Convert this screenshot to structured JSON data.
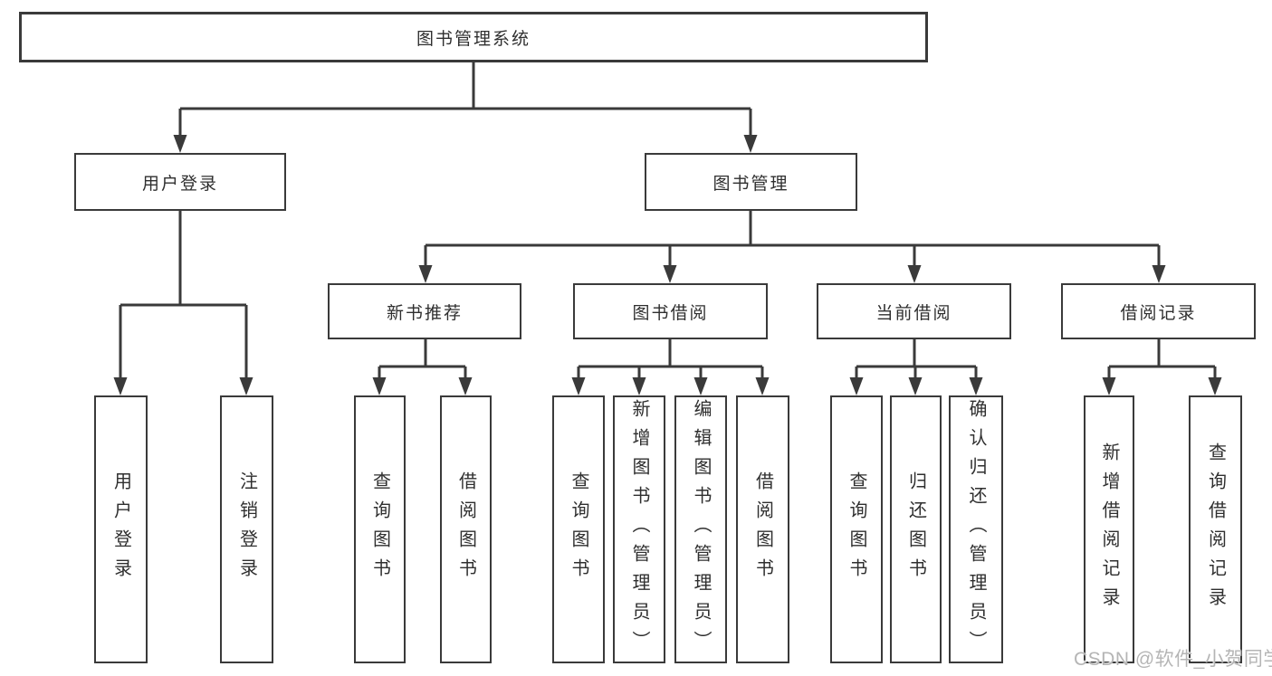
{
  "diagram": {
    "type": "hierarchy",
    "colors": {
      "line": "#3a3a3a",
      "text": "#2f2f2f",
      "watermark": "#b5b5b5",
      "background": "#ffffff"
    },
    "tree": {
      "root": {
        "label": "图书管理系统",
        "children": [
          {
            "label": "用户登录",
            "children": [
              {
                "label": "用户登录"
              },
              {
                "label": "注销登录"
              }
            ]
          },
          {
            "label": "图书管理",
            "children": [
              {
                "label": "新书推荐",
                "children": [
                  {
                    "label": "查询图书"
                  },
                  {
                    "label": "借阅图书"
                  }
                ]
              },
              {
                "label": "图书借阅",
                "children": [
                  {
                    "label": "查询图书"
                  },
                  {
                    "label": "新增图书（管理员）"
                  },
                  {
                    "label": "编辑图书（管理员）"
                  },
                  {
                    "label": "借阅图书"
                  }
                ]
              },
              {
                "label": "当前借阅",
                "children": [
                  {
                    "label": "查询图书"
                  },
                  {
                    "label": "归还图书"
                  },
                  {
                    "label": "确认归还（管理员）"
                  }
                ]
              },
              {
                "label": "借阅记录",
                "children": [
                  {
                    "label": "新增借阅记录"
                  },
                  {
                    "label": "查询借阅记录"
                  }
                ]
              }
            ]
          }
        ]
      }
    },
    "watermark": {
      "text": "CSDN @软件_小贺同学"
    }
  }
}
